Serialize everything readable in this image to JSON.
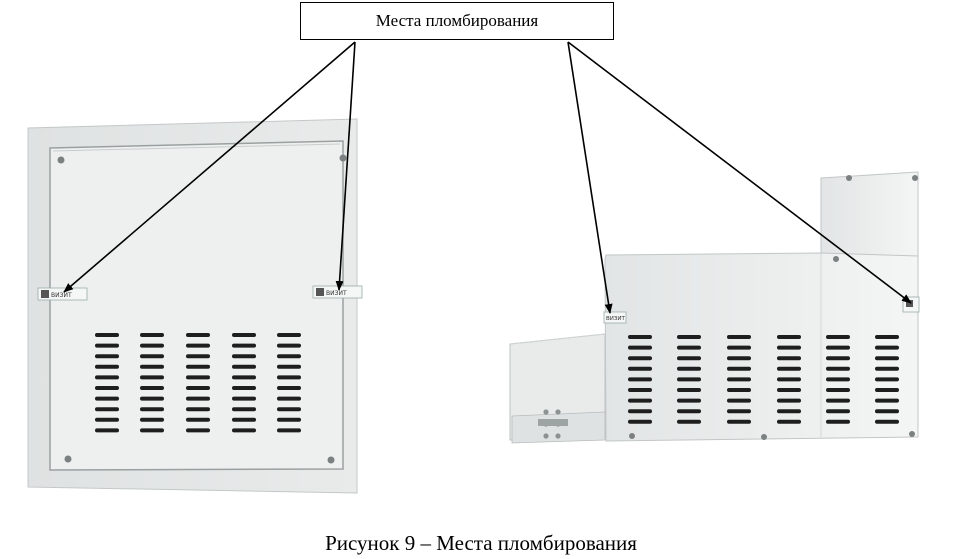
{
  "callout": {
    "label": "Места пломбирования"
  },
  "figure": {
    "caption": "Рисунок 9 – Места пломбирования"
  },
  "seal_sticker": {
    "text": "ВИЗИТ"
  },
  "colors": {
    "enclosure": "#e6e8e8",
    "panel": "#eef0f0",
    "vent_slot": "#1e1e1e",
    "arrow": "#000000"
  }
}
